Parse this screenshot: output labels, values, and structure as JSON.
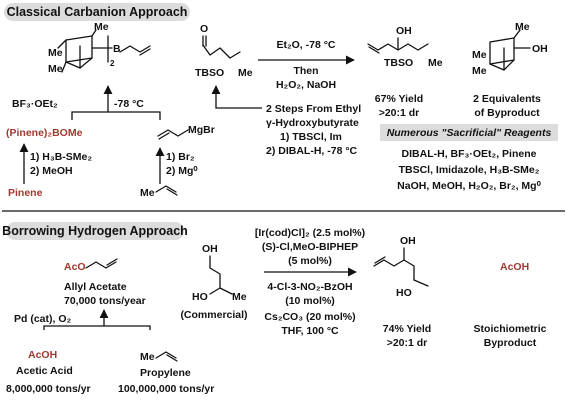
{
  "top_section": {
    "title": "Classical Carbanion Approach",
    "reagent": {
      "atom_me_top": "Me",
      "atom_me_left1": "Me",
      "atom_me_left2": "Me",
      "atom_b": "B",
      "subscript_2": "2"
    },
    "aldehyde": {
      "atom_o": "O",
      "atom_tbso": "TBSO"
    },
    "main_conditions": [
      "Et₂O, -78 °C",
      "Then",
      "H₂O₂, NaOH"
    ],
    "bf3_condition": "BF₃·OEt₂",
    "temp_condition": "-78 °C",
    "pinene_bome": "(Pinene)₂BOMe",
    "pinene_steps": [
      "1) H₃B-SMe₂",
      "2) MeOH"
    ],
    "pinene": "Pinene",
    "grignard": "MgBr",
    "propene_steps": [
      "1) Br₂",
      "2) Mg⁰"
    ],
    "propene_me": "Me",
    "ethyl_route": [
      "2 Steps From Ethyl",
      "γ-Hydroxybutyrate",
      "1) TBSCl, Im",
      "2) DIBAL-H, -78 °C"
    ],
    "product": {
      "atom_oh": "OH",
      "atom_tbso": "TBSO",
      "yield": "67% Yield",
      "dr": ">20:1 dr"
    },
    "byproduct": {
      "atom_me": "Me",
      "atom_me2": "Me",
      "atom_me3": "Me",
      "atom_oh": "OH",
      "label": [
        "2 Equivalents",
        "of Byproduct"
      ]
    },
    "sacrificial_title": "Numerous \"Sacrificial\" Reagents",
    "sacrificial_lines": [
      "DIBAL-H, BF₃·OEt₂, Pinene",
      "TBSCl, Imidazole, H₃B-SMe₂",
      "NaOH, MeOH, H₂O₂, Br₂, Mg⁰"
    ]
  },
  "bottom_section": {
    "title": "Borrowing Hydrogen Approach",
    "allyl_acetate": {
      "atom_aco": "AcO",
      "name": "Allyl Acetate",
      "amount": "70,000 tons/year"
    },
    "pd_condition": "Pd (cat), O₂",
    "acetic_acid": {
      "formula": "AcOH",
      "name": "Acetic Acid",
      "amount": "8,000,000 tons/yr"
    },
    "propylene": {
      "atom_me": "Me",
      "name": "Propylene",
      "amount": "100,000,000 tons/yr"
    },
    "diol": {
      "atom_oh_top": "OH",
      "atom_ho": "HO",
      "atom_me": "Me",
      "label": "(Commercial)"
    },
    "conditions_above": [
      "[Ir(cod)Cl]₂ (2.5 mol%)",
      "(S)-Cl,MeO-BIPHEP",
      "(5 mol%)"
    ],
    "conditions_below": [
      "4-Cl-3-NO₂-BzOH",
      "(10 mol%)",
      "Cs₂CO₃ (20 mol%)",
      "THF, 100 °C"
    ],
    "product": {
      "atom_oh": "OH",
      "atom_ho": "HO",
      "yield": "74% Yield",
      "dr": ">20:1 dr"
    },
    "byproduct": {
      "formula": "AcOH",
      "label": [
        "Stoichiometric",
        "Byproduct"
      ]
    }
  },
  "colors": {
    "accent_red": "#a0392e",
    "pill_background": "#dcdcdc",
    "ink": "#111111"
  }
}
